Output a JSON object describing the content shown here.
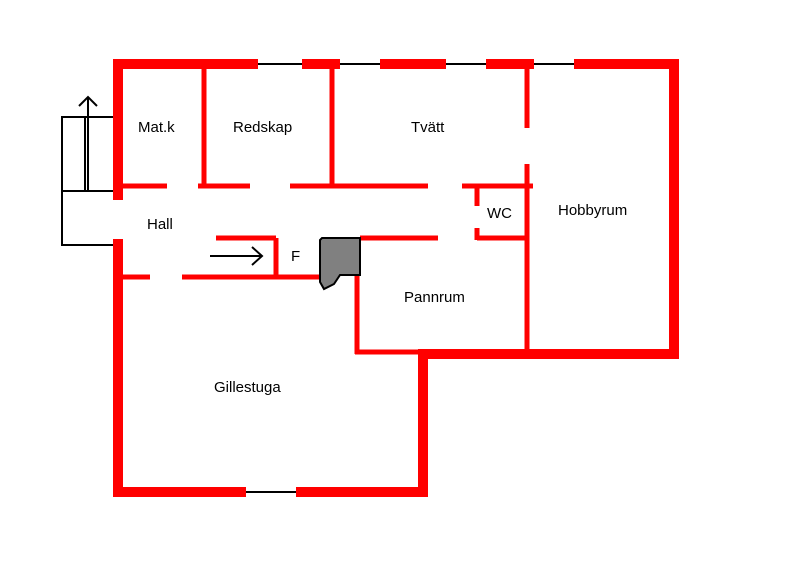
{
  "colors": {
    "wall": "#ff0000",
    "line": "#000000",
    "chimney": "#808080",
    "background": "#ffffff"
  },
  "rooms": {
    "matk": "Mat.k",
    "redskap": "Redskap",
    "tvatt": "Tvätt",
    "hall": "Hall",
    "wc": "WC",
    "hobbyrum": "Hobbyrum",
    "f": "F",
    "pannrum": "Pannrum",
    "gillestuga": "Gillestuga"
  },
  "icons": {
    "stairs": "stairs-icon",
    "up_arrow": "arrow-up-icon",
    "right_arrow": "arrow-right-icon",
    "chimney": "chimney-icon"
  }
}
